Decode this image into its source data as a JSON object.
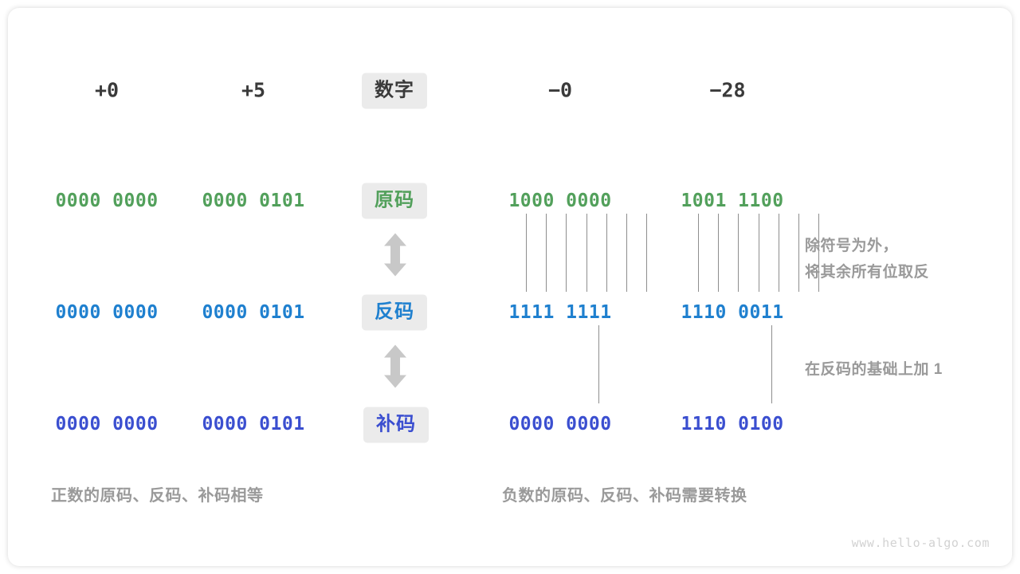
{
  "figure": {
    "title_row": {
      "label": "数字",
      "columns": [
        {
          "name": "pos-zero",
          "value": "+0"
        },
        {
          "name": "pos-five",
          "value": "+5"
        },
        {
          "name": "neg-zero",
          "value": "−0"
        },
        {
          "name": "neg-28",
          "value": "−28"
        }
      ]
    },
    "rows": [
      {
        "key": "sign-magnitude",
        "label": "原码",
        "color": "#52a05b",
        "values": {
          "pos_zero": "0000 0000",
          "pos_five": "0000 0101",
          "neg_zero": "1000 0000",
          "neg_28": "1001 1100"
        }
      },
      {
        "key": "ones-complement",
        "label": "反码",
        "color": "#1f80cf",
        "values": {
          "pos_zero": "0000 0000",
          "pos_five": "0000 0101",
          "neg_zero": "1111 1111",
          "neg_28": "1110 0011"
        }
      },
      {
        "key": "twos-complement",
        "label": "补码",
        "color": "#3b4fd0",
        "values": {
          "pos_zero": "0000 0000",
          "pos_five": "0000 0101",
          "neg_zero": "0000 0000",
          "neg_28": "1110 0100"
        }
      }
    ],
    "notes": [
      {
        "key": "invert-bits",
        "text": "除符号为外，\n将其余所有位取反"
      },
      {
        "key": "add-one",
        "text": "在反码的基础上加  1"
      }
    ],
    "captions": [
      {
        "key": "positive",
        "text": "正数的原码、反码、补码相等"
      },
      {
        "key": "negative",
        "text": "负数的原码、反码、补码需要转换"
      }
    ],
    "watermark": "www.hello-algo.com",
    "colors": {
      "chip_background": "#ebebeb",
      "text_dark": "#3a3a3a",
      "text_muted": "#9a9a9a",
      "line": "#8e8e8e",
      "arrow": "#c8c8c8",
      "green": "#52a05b",
      "blue": "#1f80cf",
      "indigo": "#3b4fd0"
    }
  }
}
